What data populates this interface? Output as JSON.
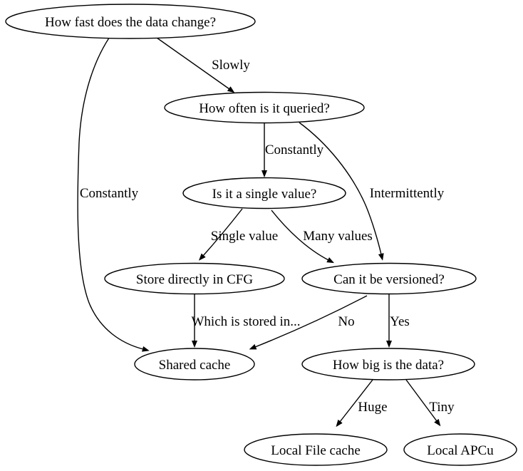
{
  "diagram": {
    "type": "flowchart-decision-tree",
    "background_color": "#ffffff",
    "line_color": "#000000",
    "text_color": "#000000",
    "nodes": [
      {
        "id": "how-fast",
        "label": "How fast does the data change?"
      },
      {
        "id": "how-often",
        "label": "How often is it queried?"
      },
      {
        "id": "single-value",
        "label": "Is it a single value?"
      },
      {
        "id": "store-cfg",
        "label": "Store directly in CFG"
      },
      {
        "id": "versioned",
        "label": "Can it be versioned?"
      },
      {
        "id": "shared-cache",
        "label": "Shared cache"
      },
      {
        "id": "how-big",
        "label": "How big is the data?"
      },
      {
        "id": "file-cache",
        "label": "Local File cache"
      },
      {
        "id": "apcu",
        "label": "Local APCu"
      }
    ],
    "edges": [
      {
        "from": "how-fast",
        "to": "how-often",
        "label": "Slowly"
      },
      {
        "from": "how-fast",
        "to": "shared-cache",
        "label": "Constantly"
      },
      {
        "from": "how-often",
        "to": "single-value",
        "label": "Constantly"
      },
      {
        "from": "how-often",
        "to": "versioned",
        "label": "Intermittently"
      },
      {
        "from": "single-value",
        "to": "store-cfg",
        "label": "Single value"
      },
      {
        "from": "single-value",
        "to": "versioned",
        "label": "Many values"
      },
      {
        "from": "store-cfg",
        "to": "shared-cache",
        "label": "Which is stored in..."
      },
      {
        "from": "versioned",
        "to": "shared-cache",
        "label": "No"
      },
      {
        "from": "versioned",
        "to": "how-big",
        "label": "Yes"
      },
      {
        "from": "how-big",
        "to": "file-cache",
        "label": "Huge"
      },
      {
        "from": "how-big",
        "to": "apcu",
        "label": "Tiny"
      }
    ]
  }
}
